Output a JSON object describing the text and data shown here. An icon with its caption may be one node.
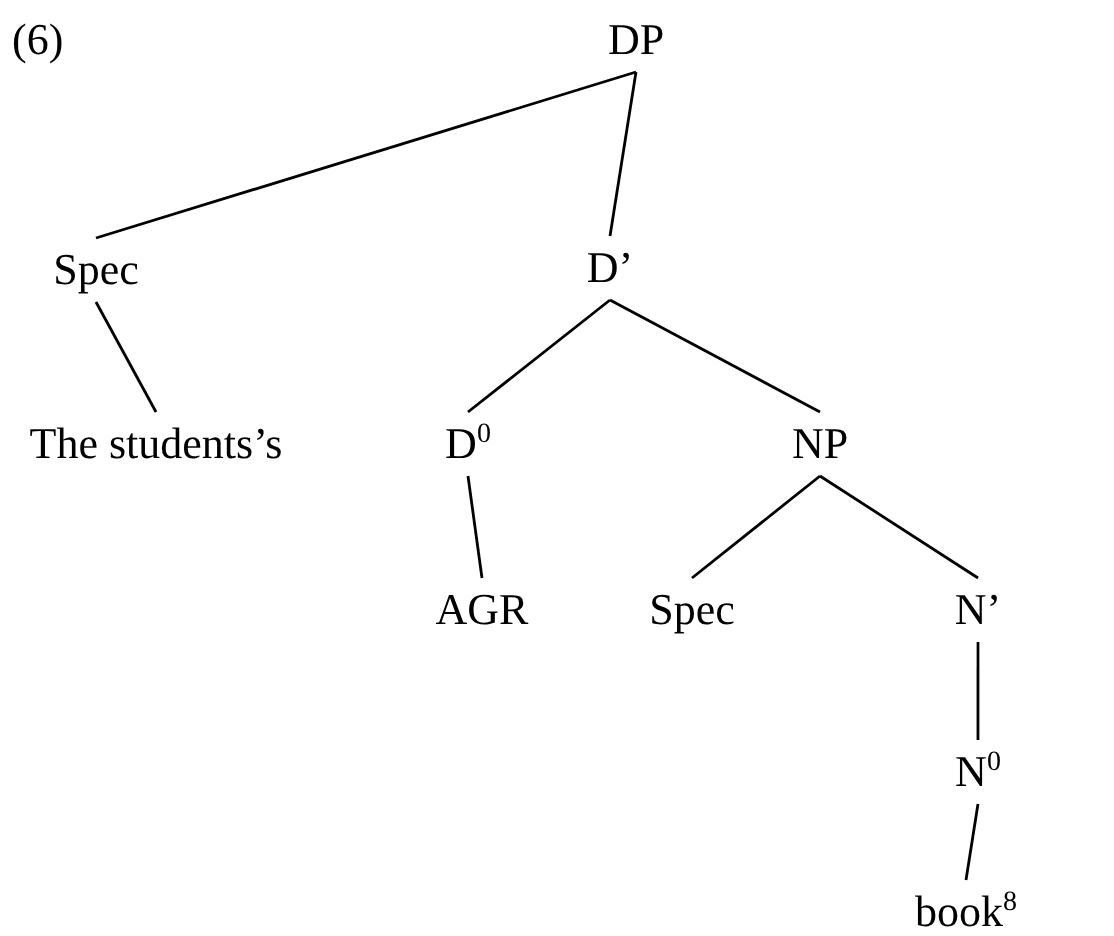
{
  "diagram": {
    "nodes": [
      {
        "text": [
          "DP"
        ]
      },
      {
        "text": [
          "Spec"
        ]
      },
      {
        "text": [
          "D’"
        ]
      },
      {
        "text": [
          "The students’s"
        ]
      },
      {
        "text": [
          "D$^{0}$"
        ]
      },
      {
        "text": [
          "NP"
        ]
      },
      {
        "text": [
          "AGR"
        ]
      },
      {
        "text": [
          "Spec"
        ]
      },
      {
        "text": [
          "N’"
        ]
      },
      {
        "text": [
          "N$^{0}$"
        ]
      },
      {
        "text": [
          "book$^{8}$"
        ]
      }
    ],
    "edges": [
      {
        "from": 0,
        "to": 1,
        "arrow": "none"
      },
      {
        "from": 0,
        "to": 2,
        "arrow": "none"
      },
      {
        "from": 1,
        "to": 3,
        "arrow": "none"
      },
      {
        "from": 2,
        "to": 4,
        "arrow": "none"
      },
      {
        "from": 2,
        "to": 5,
        "arrow": "none"
      },
      {
        "from": 4,
        "to": 6,
        "arrow": "none"
      },
      {
        "from": 5,
        "to": 7,
        "arrow": "none"
      },
      {
        "from": 5,
        "to": 8,
        "arrow": "none"
      },
      {
        "from": 8,
        "to": 9,
        "arrow": "none"
      },
      {
        "from": 9,
        "to": 10,
        "arrow": "none"
      }
    ],
    "labels": [
      "(6)"
    ]
  }
}
